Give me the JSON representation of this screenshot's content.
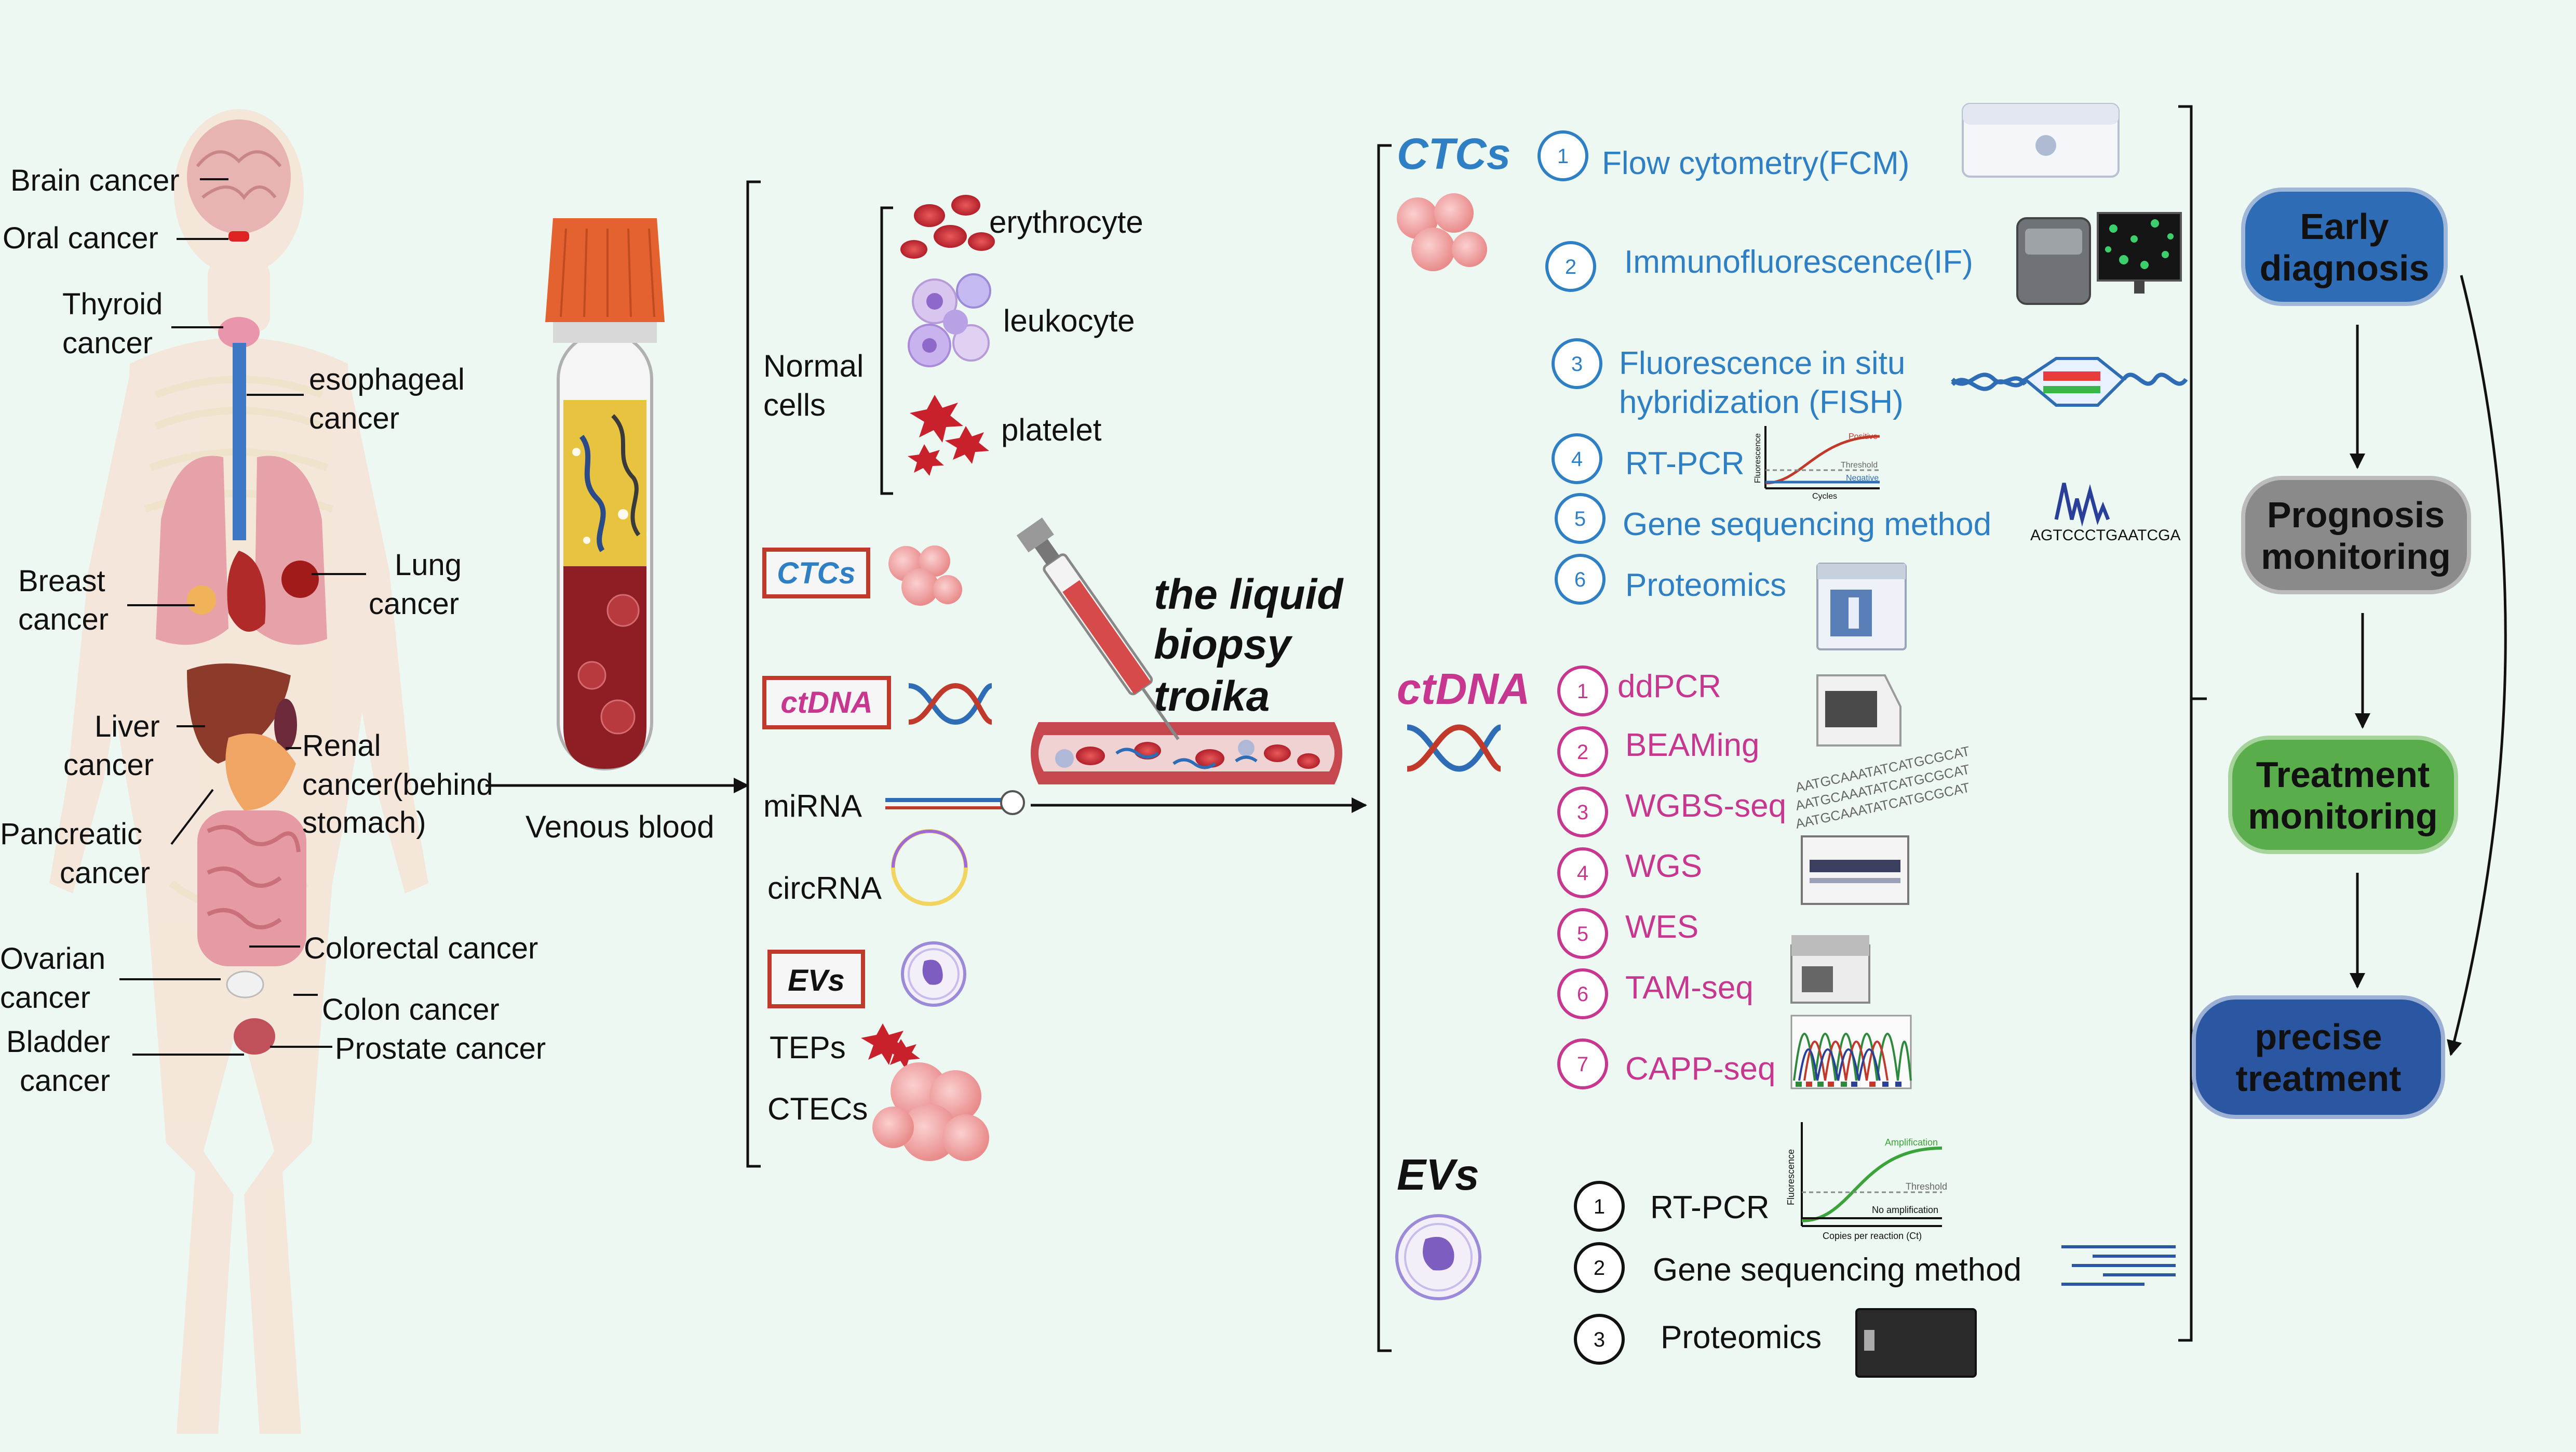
{
  "colors": {
    "background": "#eef8f2",
    "ctc_blue": "#2e7fc4",
    "ctdna_magenta": "#c7378f",
    "black": "#111111",
    "red_box": "#c0392b",
    "blood_red": "#8e1d24",
    "plasma_yellow": "#e8c340",
    "cap_orange": "#e4622f",
    "node_blue": "#2e6db5",
    "node_gray": "#8a8a8a",
    "node_green": "#59ad4a",
    "node_navy": "#2a56a2"
  },
  "body": {
    "labels": {
      "brain": "Brain cancer",
      "oral": "Oral cancer",
      "thyroid_1": "Thyroid",
      "thyroid_2": "cancer",
      "esoph_1": "esophageal",
      "esoph_2": "cancer",
      "breast_1": "Breast",
      "breast_2": "cancer",
      "lung_1": "Lung",
      "lung_2": "cancer",
      "liver_1": "Liver",
      "liver_2": "cancer",
      "renal_1": "Renal",
      "renal_2": "cancer(behind",
      "renal_3": "stomach)",
      "pancreatic_1": "Pancreatic",
      "pancreatic_2": "cancer",
      "colorectal": "Colorectal cancer",
      "ovarian_1": "Ovarian",
      "ovarian_2": "cancer",
      "colon": "Colon cancer",
      "bladder_1": "Bladder",
      "bladder_2": "cancer",
      "prostate": "Prostate cancer"
    }
  },
  "venous_blood": "Venous blood",
  "components": {
    "normal_cells_1": "Normal",
    "normal_cells_2": "cells",
    "erythrocyte": "erythrocyte",
    "leukocyte": "leukocyte",
    "platelet": "platelet",
    "ctcs": "CTCs",
    "ctdna": "ctDNA",
    "mirna": "miRNA",
    "circrna": "circRNA",
    "evs": "EVs",
    "teps": "TEPs",
    "ctecs": "CTECs"
  },
  "troika": {
    "line1": "the liquid",
    "line2": "biopsy",
    "line3": "troika"
  },
  "methods": {
    "ctcs_title": "CTCs",
    "ctc_items": [
      {
        "num": "1",
        "label": "Flow cytometry(FCM)"
      },
      {
        "num": "2",
        "label": "Immunofluorescence(IF)"
      },
      {
        "num": "3",
        "label": "Fluorescence in situ",
        "label2": "hybridization (FISH)"
      },
      {
        "num": "4",
        "label": "RT-PCR"
      },
      {
        "num": "5",
        "label": "Gene sequencing method"
      },
      {
        "num": "6",
        "label": "Proteomics"
      }
    ],
    "rtpcr_small": {
      "ylabel": "Fluorescence",
      "xlabel": "Cycles",
      "positive": "Positive",
      "threshold": "Threshold",
      "negative": "Negative"
    },
    "seq_text": "AGTCCCTGAATCGA",
    "ctdna_title": "ctDNA",
    "ctdna_items": [
      {
        "num": "1",
        "label": "ddPCR"
      },
      {
        "num": "2",
        "label": "BEAMing"
      },
      {
        "num": "3",
        "label": "WGBS-seq"
      },
      {
        "num": "4",
        "label": "WGS"
      },
      {
        "num": "5",
        "label": "WES"
      },
      {
        "num": "6",
        "label": "TAM-seq"
      },
      {
        "num": "7",
        "label": "CAPP-seq"
      }
    ],
    "wgbs_seq_text": "AATGCAAATATCATGCGCAT",
    "evs_title": "EVs",
    "ev_items": [
      {
        "num": "1",
        "label": "RT-PCR"
      },
      {
        "num": "2",
        "label": "Gene sequencing method"
      },
      {
        "num": "3",
        "label": "Proteomics"
      }
    ],
    "rtpcr_large": {
      "ylabel": "Fluorescence",
      "xlabel": "Copies per reaction (Ct)",
      "amplification": "Amplification",
      "threshold": "Threshold",
      "no_amplification": "No amplification"
    }
  },
  "flow": {
    "early_1": "Early",
    "early_2": "diagnosis",
    "prognosis_1": "Prognosis",
    "prognosis_2": "monitoring",
    "treatment_1": "Treatment",
    "treatment_2": "monitoring",
    "precise_1": "precise",
    "precise_2": "treatment"
  }
}
